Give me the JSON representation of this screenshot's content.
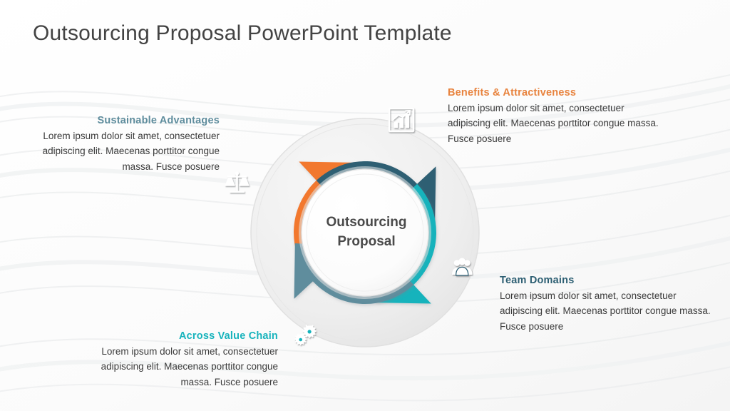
{
  "title": "Outsourcing Proposal PowerPoint Template",
  "center": {
    "line1": "Outsourcing",
    "line2": "Proposal"
  },
  "colors": {
    "orange": "#F2782F",
    "dark_slate": "#2D5F73",
    "turquoise": "#17B3BC",
    "muted_slate": "#5F8D9D",
    "ring_gray": "#EDEDED",
    "title_gray": "#434343",
    "body_gray": "#3B3B3B",
    "background": "#FFFFFF"
  },
  "callouts": [
    {
      "id": "benefits",
      "title": "Benefits & Attractiveness",
      "body": "Lorem ipsum dolor sit amet, consectetuer adipiscing elit. Maecenas porttitor congue massa. Fusce posuere",
      "color": "#E8833E",
      "icon": "bar-chart-growth-icon",
      "align": "left",
      "position": "top-right"
    },
    {
      "id": "sustainable",
      "title": "Sustainable  Advantages",
      "body": "Lorem ipsum dolor sit amet, consectetuer adipiscing elit. Maecenas porttitor congue massa. Fusce posuere",
      "color": "#5F8D9D",
      "icon": "balance-scales-icon",
      "align": "right",
      "position": "left"
    },
    {
      "id": "team",
      "title": "Team  Domains",
      "body": "Lorem ipsum dolor sit amet, consectetuer adipiscing elit. Maecenas porttitor congue massa. Fusce posuere",
      "color": "#2D5F73",
      "icon": "team-group-icon",
      "align": "left",
      "position": "bottom-right"
    },
    {
      "id": "value",
      "title": "Across Value Chain",
      "body": "Lorem ipsum dolor sit amet, consectetuer adipiscing elit. Maecenas porttitor congue massa. Fusce posuere",
      "color": "#17B3BC",
      "icon": "gears-icon",
      "align": "right",
      "position": "bottom-left"
    }
  ]
}
